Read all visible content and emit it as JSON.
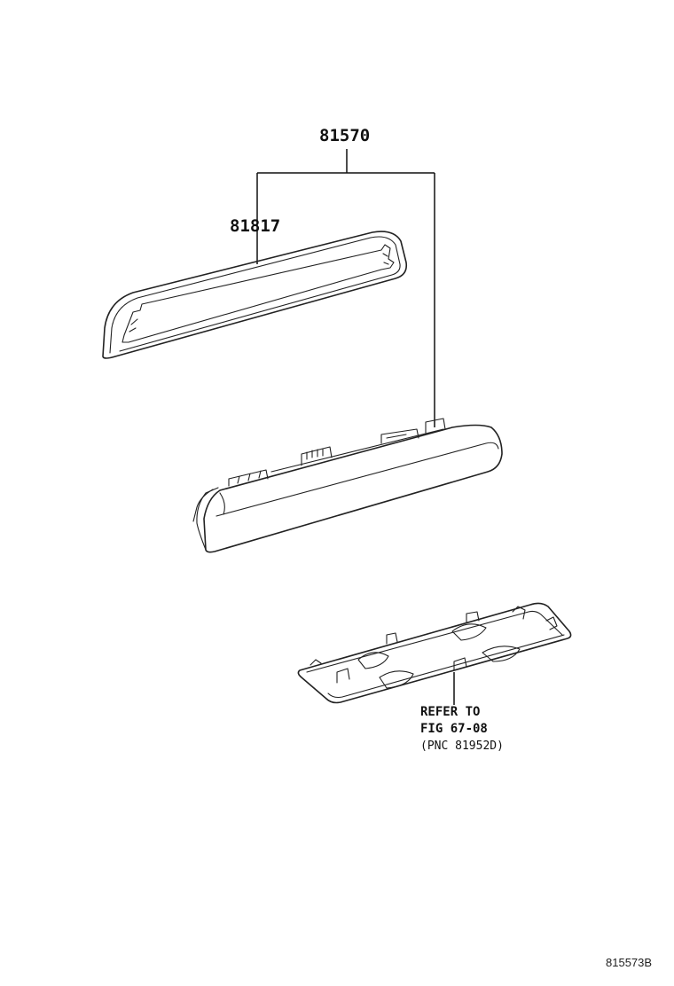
{
  "labels": {
    "assembly_part": "81570",
    "gasket_part": "81817",
    "reference_line1": "REFER TO",
    "reference_line2": "FIG 67-08",
    "reference_line3": "(PNC 81952D)",
    "illustration_code": "815573B"
  }
}
